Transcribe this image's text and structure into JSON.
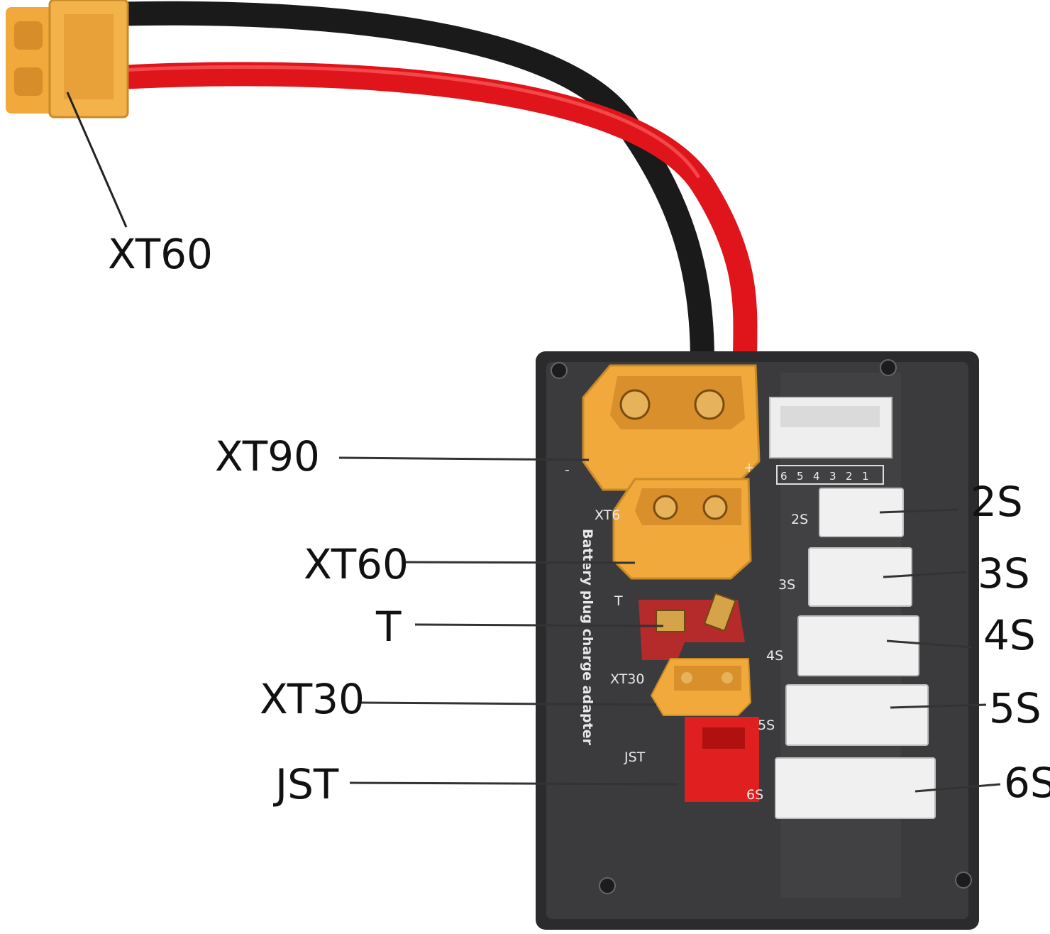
{
  "callouts": {
    "cable_connector": "XT60",
    "xt90": "XT90",
    "xt60": "XT60",
    "t": "T",
    "xt30": "XT30",
    "jst": "JST",
    "s2": "2S",
    "s3": "3S",
    "s4": "4S",
    "s5": "5S",
    "s6": "6S"
  },
  "board": {
    "title": "Battery plug charge adapter",
    "xt60_label": "XT6",
    "t_label": "T",
    "xt30_label": "XT30",
    "jst_label": "JST",
    "plus": "+",
    "minus": "-",
    "balance_pins": [
      "6",
      "5",
      "4",
      "3",
      "2",
      "1"
    ],
    "ports": [
      "2S",
      "3S",
      "4S",
      "5S",
      "6S"
    ]
  },
  "colors": {
    "connector_yellow": "#f0a93a",
    "wire_red": "#e0141b",
    "wire_black": "#1a1a1a",
    "board": "#3b3b3d",
    "deans_red": "#b52a2a",
    "jst_red": "#e02020"
  }
}
